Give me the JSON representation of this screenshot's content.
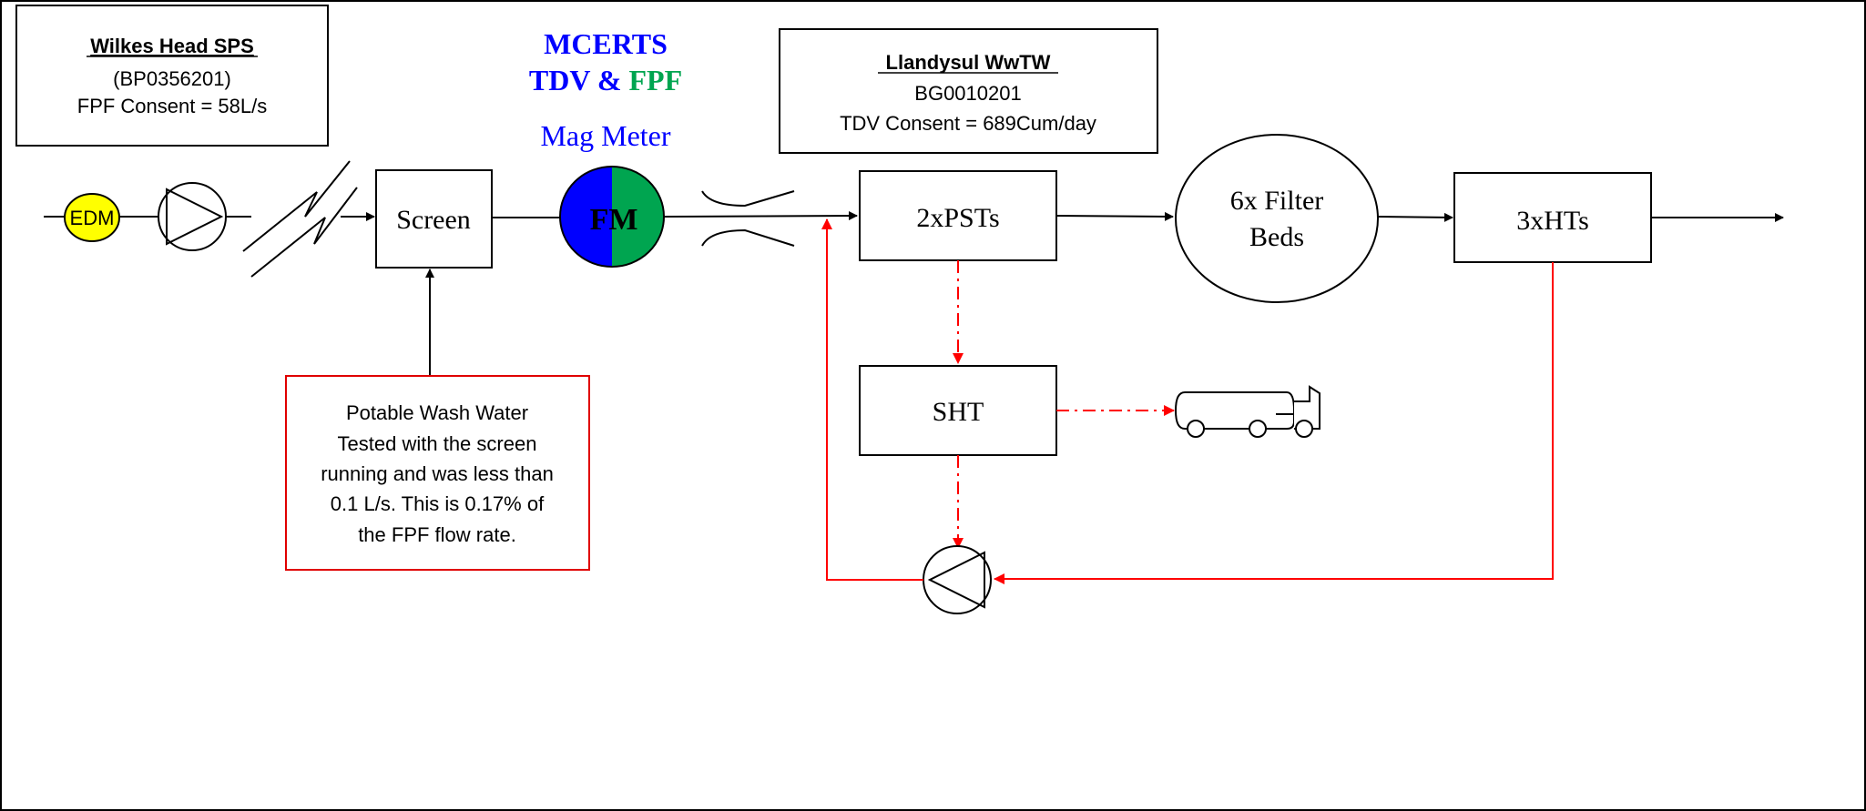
{
  "wilkes": {
    "title": "Wilkes Head SPS",
    "permit": "(BP0356201)",
    "consent": "FPF Consent = 58L/s"
  },
  "llandysul": {
    "title": "Llandysul WwTW",
    "permit": "BG0010201",
    "consent": "TDV Consent = 689Cum/day"
  },
  "mcerts": {
    "line1": "MCERTS",
    "tdv": "TDV",
    "amp": " & ",
    "fpf": "FPF",
    "meter_type": "Mag Meter"
  },
  "nodes": {
    "edm": "EDM",
    "screen": "Screen",
    "fm": "FM",
    "psts": "2xPSTs",
    "filter_line1": "6x Filter",
    "filter_line2": "Beds",
    "hts": "3xHTs",
    "sht": "SHT"
  },
  "note": {
    "lines": [
      "Potable Wash Water",
      "Tested with the screen",
      "running and was less than",
      "0.1 L/s. This is 0.17% of",
      "the FPF flow rate."
    ]
  },
  "colors": {
    "flow": "#000000",
    "sludge": "#ff0000",
    "edm_fill": "#ffff00",
    "fm_left": "#0000ff",
    "fm_right": "#00a550",
    "mcerts_blue": "#0000ff",
    "fpf_green": "#00a550",
    "note_border": "#e00000"
  },
  "icons": {
    "pump": "pump-icon",
    "truck": "tanker-truck-icon",
    "break": "pipe-break-icon",
    "channel": "open-channel-icon"
  }
}
